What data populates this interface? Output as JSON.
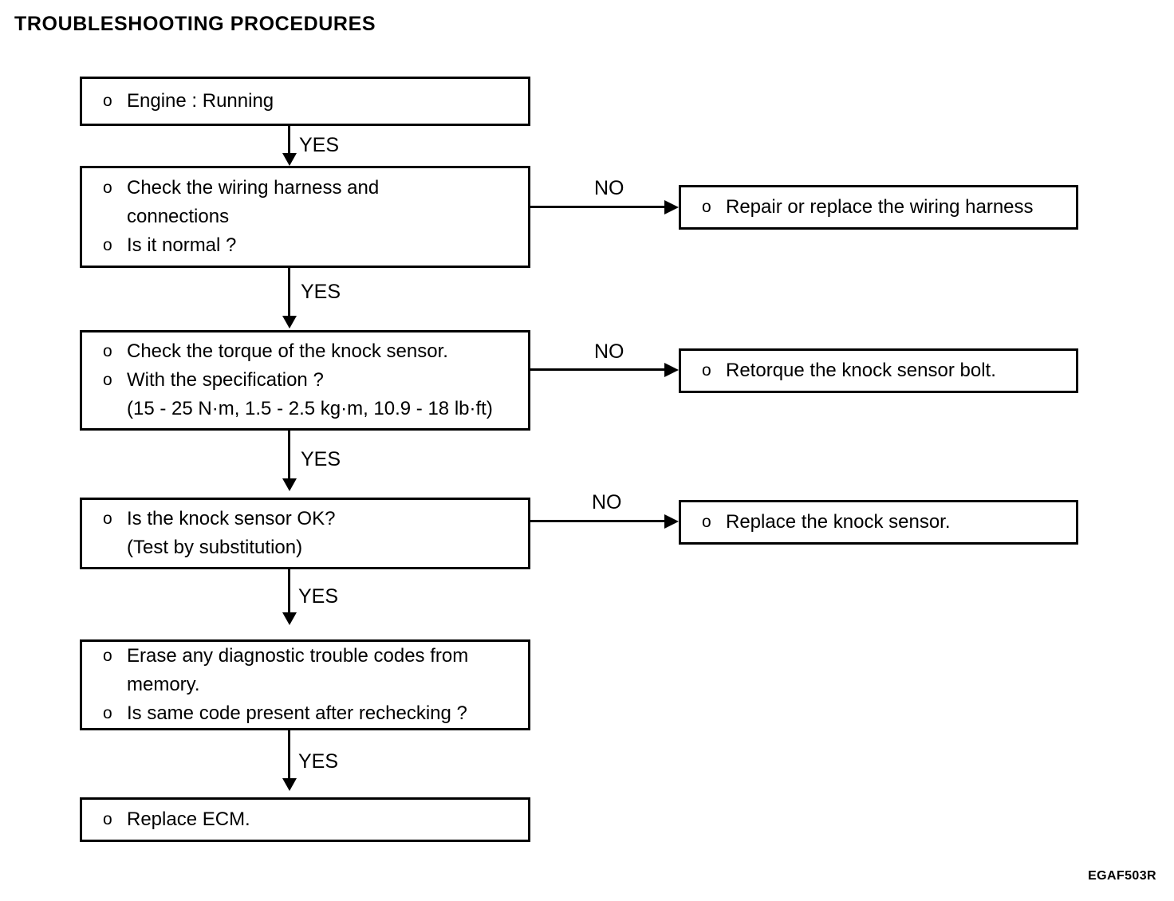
{
  "title": "TROUBLESHOOTING PROCEDURES",
  "bullet_glyph": "o",
  "footer_code": "EGAF503R",
  "colors": {
    "ink": "#000000",
    "paper": "#ffffff"
  },
  "flow": {
    "main_nodes": [
      {
        "id": "engine-running",
        "lines": [
          {
            "bullet": "o",
            "text": "Engine : Running"
          }
        ]
      },
      {
        "id": "check-wiring-harness",
        "lines": [
          {
            "bullet": "o",
            "text": "Check the wiring harness and"
          },
          {
            "bullet": "",
            "text": "connections"
          },
          {
            "bullet": "o",
            "text": "Is it normal ?"
          }
        ]
      },
      {
        "id": "check-knock-sensor-torque",
        "lines": [
          {
            "bullet": "o",
            "text": "Check the torque of the knock sensor."
          },
          {
            "bullet": "o",
            "text": "With the specification ?"
          },
          {
            "bullet": "",
            "text": "(15 - 25 N·m, 1.5 - 2.5 kg·m, 10.9 - 18 lb·ft)"
          }
        ]
      },
      {
        "id": "is-knock-sensor-ok",
        "lines": [
          {
            "bullet": "o",
            "text": "Is the knock sensor OK?"
          },
          {
            "bullet": "",
            "text": "(Test by substitution)"
          }
        ]
      },
      {
        "id": "erase-trouble-codes",
        "lines": [
          {
            "bullet": "o",
            "text": "Erase any diagnostic trouble codes from"
          },
          {
            "bullet": "",
            "text": "memory."
          },
          {
            "bullet": "o",
            "text": "Is same code present after rechecking ?"
          }
        ]
      },
      {
        "id": "replace-ecm",
        "lines": [
          {
            "bullet": "o",
            "text": "Replace ECM."
          }
        ]
      }
    ],
    "branch_nodes": [
      {
        "id": "repair-replace-wiring-harness",
        "lines": [
          {
            "bullet": "o",
            "text": "Repair or replace the wiring harness"
          }
        ]
      },
      {
        "id": "retorque-knock-sensor-bolt",
        "lines": [
          {
            "bullet": "o",
            "text": "Retorque the knock sensor bolt."
          }
        ]
      },
      {
        "id": "replace-knock-sensor",
        "lines": [
          {
            "bullet": "o",
            "text": "Replace the knock sensor."
          }
        ]
      }
    ],
    "yes_labels": [
      "YES",
      "YES",
      "YES",
      "YES",
      "YES"
    ],
    "no_labels": [
      "NO",
      "NO",
      "NO"
    ]
  }
}
